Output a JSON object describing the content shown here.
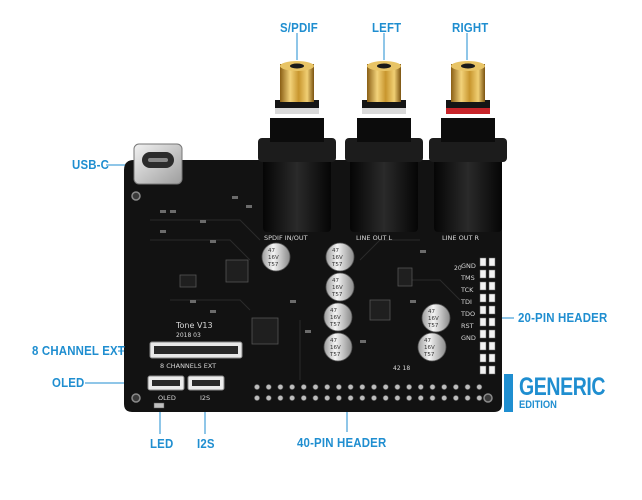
{
  "labels": {
    "spdif": "S/PDIF",
    "left": "LEFT",
    "right": "RIGHT",
    "usbc": "USB-C",
    "ext8": "8 CHANNEL EXT",
    "oled": "OLED",
    "led": "LED",
    "i2s": "I2S",
    "header40": "40-PIN HEADER",
    "header20": "20-PIN HEADER"
  },
  "badge": {
    "main": "GENERIC",
    "sub": "EDITION"
  },
  "silkscreen": {
    "spdif_inout": "SPDIF IN/OUT",
    "line_out_l": "LINE OUT L",
    "line_out_r": "LINE OUT R",
    "board_name": "Tone V13",
    "board_date": "2018 03",
    "channels_ext": "8 CHANNELS EXT",
    "oled": "OLED",
    "i2s": "I2S",
    "pin20": "20",
    "jtag_pins": [
      "GND",
      "TMS",
      "TCK",
      "TDI",
      "TDO",
      "RST",
      "GND"
    ],
    "cap_value": "47",
    "cap_voltage": "16V",
    "cap_code": "T57",
    "pin_numbers": "42 18"
  },
  "colors": {
    "accent": "#1f8ed0",
    "board": "#111111",
    "gold": "#d4a63a",
    "red_ring": "#c8242a"
  }
}
